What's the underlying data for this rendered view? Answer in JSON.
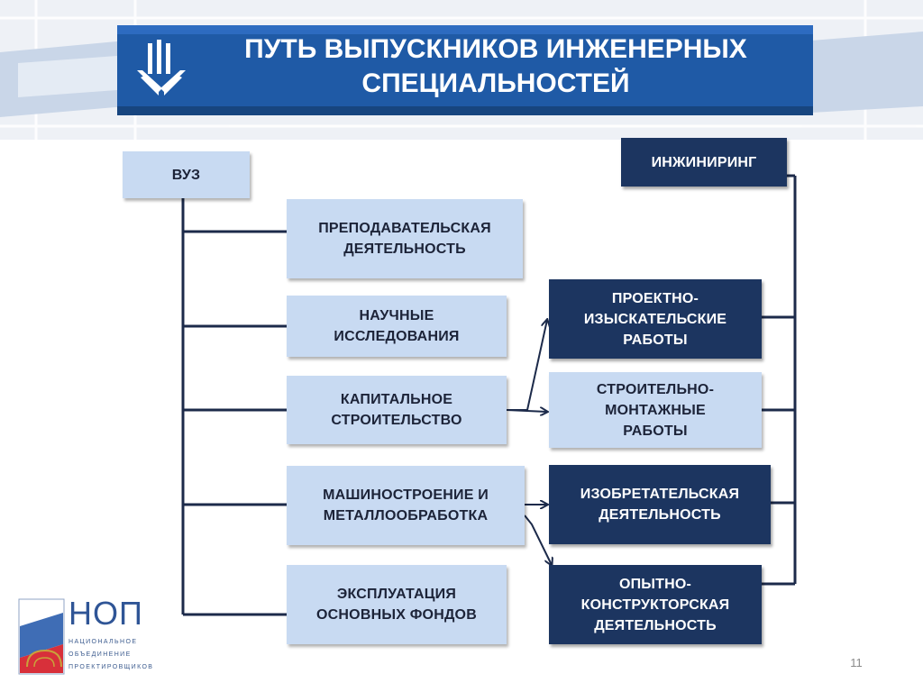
{
  "slide": {
    "title": "ПУТЬ ВЫПУСКНИКОВ ИНЖЕНЕРНЫХ\nСПЕЦИАЛЬНОСТЕЙ",
    "page_number": "11"
  },
  "nodes": {
    "vuz": "ВУЗ",
    "engineering": "ИНЖИНИРИНГ",
    "teaching": "ПРЕПОДАВАТЕЛЬСКАЯ\nДЕЯТЕЛЬНОСТЬ",
    "research": "НАУЧНЫЕ\nИССЛЕДОВАНИЯ",
    "capital": "КАПИТАЛЬНОЕ\nСТРОИТЕЛЬСТВО",
    "machine": "МАШИНОСТРОЕНИЕ И\nМЕТАЛЛООБРАБОТКА",
    "operation": "ЭКСПЛУАТАЦИЯ\nОСНОВНЫХ ФОНДОВ",
    "survey": "ПРОЕКТНО-\nИЗЫСКАТЕЛЬСКИЕ\nРАБОТЫ",
    "construction": "СТРОИТЕЛЬНО-\nМОНТАЖНЫЕ\nРАБОТЫ",
    "invention": "ИЗОБРЕТАТЕЛЬСКАЯ\nДЕЯТЕЛЬНОСТЬ",
    "design": "ОПЫТНО-\nКОНСТРУКТОРСКАЯ\nДЕЯТЕЛЬНОСТЬ"
  },
  "footer_logo": {
    "abbr": "НОП",
    "line1": "НАЦИОНАЛЬНОЕ",
    "line2": "ОБЪЕДИНЕНИЕ",
    "line3": "ПРОЕКТИРОВЩИКОВ"
  },
  "colors": {
    "banner": "#1f5aa6",
    "dark_box": "#1c3560",
    "light_box": "#c8daf2",
    "connector": "#1c2a4a"
  }
}
